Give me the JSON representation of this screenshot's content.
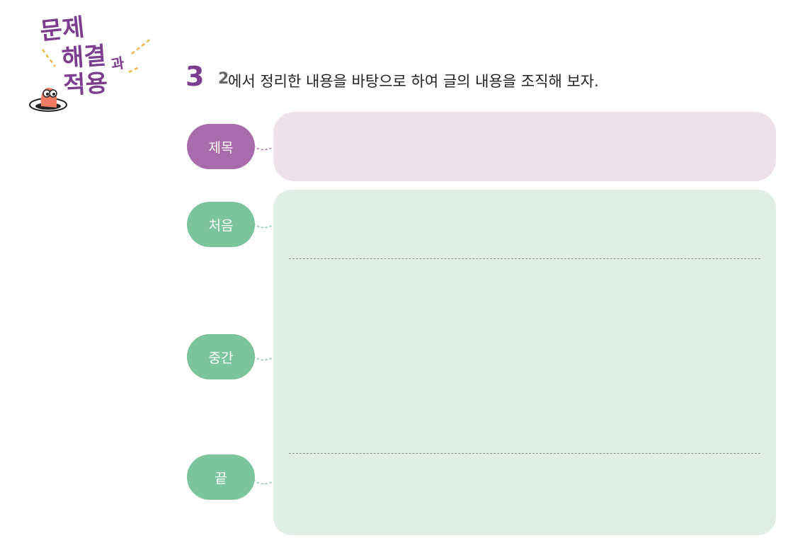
{
  "logo": {
    "lines": [
      "문제",
      "해결",
      "과",
      "적용"
    ],
    "colors": {
      "text": "#7b3e8f",
      "mascot": "#ef7b64",
      "accent": "#e8b84a"
    }
  },
  "question": {
    "number": "3",
    "reference": "2",
    "text": "에서 정리한 내용을 바탕으로 하여 글의 내용을 조직해 보자."
  },
  "sections": {
    "title_label": "제목",
    "begin_label": "처음",
    "middle_label": "중간",
    "end_label": "끝"
  },
  "colors": {
    "title_box": "#efe1ea",
    "body_box": "#dfefe5",
    "title_pill": "#a86caa",
    "body_pill": "#7cc49c"
  }
}
